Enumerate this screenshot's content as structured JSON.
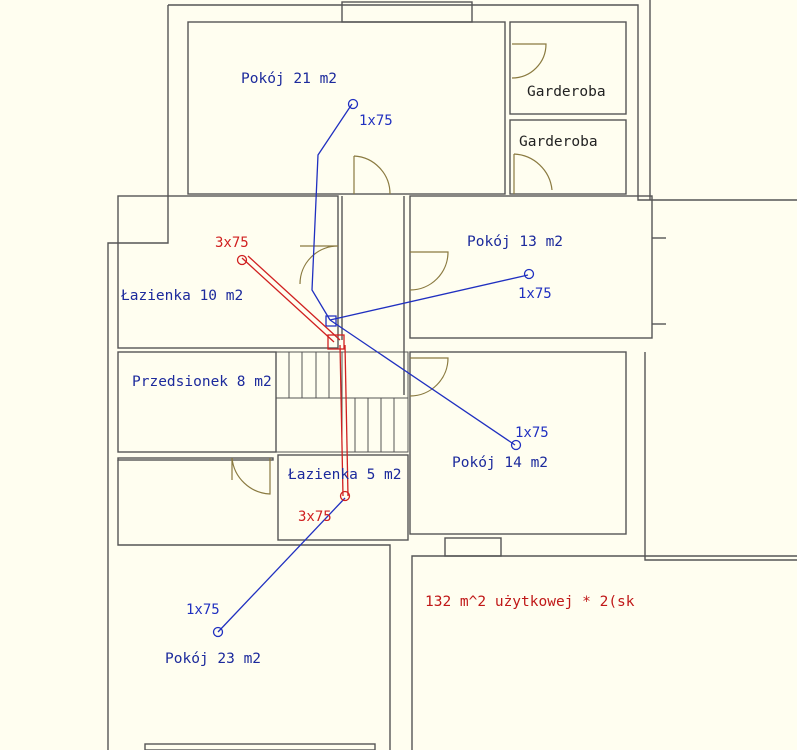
{
  "rooms": {
    "pokoj21": "Pokój 21 m2",
    "garderoba1": "Garderoba",
    "garderoba2": "Garderoba",
    "pokoj13": "Pokój 13 m2",
    "lazienka10": "Łazienka 10 m2",
    "przedsionek": "Przedsionek 8 m2",
    "pokoj14": "Pokój 14 m2",
    "lazienka5": "Łazienka 5 m2",
    "pokoj23": "Pokój 23 m2"
  },
  "vents": {
    "pokoj21": "1x75",
    "pokoj13": "1x75",
    "pokoj14": "1x75",
    "pokoj23": "1x75",
    "lazienka10": "3x75",
    "lazienka5": "3x75"
  },
  "note": "132 m^2 użytkowej * 2(sk",
  "colors": {
    "supply_duct": "#2030c0",
    "exhaust_duct": "#d02020",
    "walls": "#555555",
    "background": "#fffef0"
  }
}
